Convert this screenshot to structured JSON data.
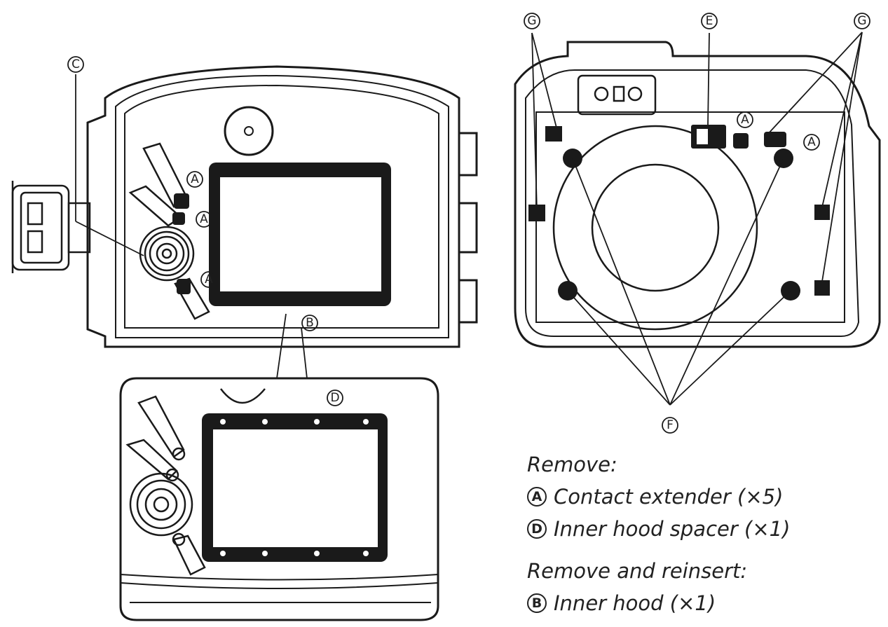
{
  "callouts": {
    "a": "A",
    "b": "B",
    "c": "C",
    "d": "D",
    "e": "E",
    "f": "F",
    "g": "G"
  },
  "legend": {
    "remove_heading": "Remove:",
    "remove_items": [
      {
        "letter": "A",
        "text": "Contact extender (×5)"
      },
      {
        "letter": "D",
        "text": "Inner hood spacer (×1)"
      }
    ],
    "reinsert_heading": "Remove and reinsert:",
    "reinsert_items": [
      {
        "letter": "B",
        "text": "Inner hood (×1)"
      }
    ]
  }
}
